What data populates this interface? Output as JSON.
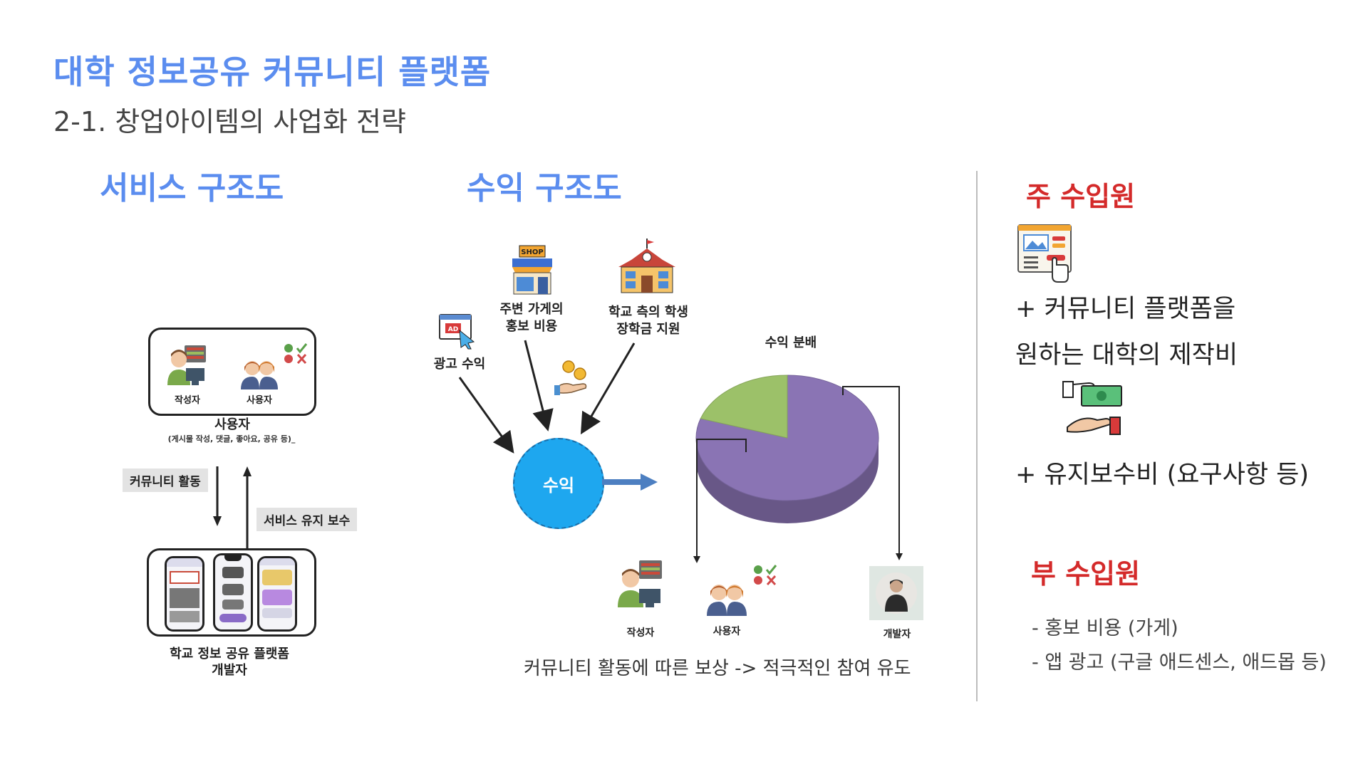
{
  "header": {
    "title": "대학 정보공유 커뮤니티 플랫폼",
    "subtitle": "2-1. 창업아이템의 사업화 전략"
  },
  "service_diagram": {
    "heading": "서비스 구조도",
    "writer_label": "작성자",
    "user_label": "사용자",
    "users_title": "사용자",
    "users_desc": "(게시물 작성, 댓글, 좋아요, 공유 등)_",
    "down_arrow_label": "커뮤니티 활동",
    "up_arrow_label": "서비스 유지 보수",
    "developer_title": "학교 정보 공유 플랫폼",
    "developer_sub": "개발자"
  },
  "revenue_diagram": {
    "heading": "수익 구조도",
    "ad_label": "광고 수익",
    "shop_sign": "SHOP",
    "shop_label_1": "주변 가게의",
    "shop_label_2": "홍보 비용",
    "school_label_1": "학교 측의 학생",
    "school_label_2": "장학금 지원",
    "ad_icon_text": "AD",
    "center_label": "수익",
    "pie_title": "수익 분배",
    "writer_label": "작성자",
    "user_label": "사용자",
    "developer_label": "개발자",
    "caption": "커뮤니티 활동에 따른 보상 -> 적극적인 참여 유도"
  },
  "chart_data": {
    "type": "pie",
    "title": "수익 분배",
    "values": [
      80,
      20
    ],
    "colors": [
      "#8a74b4",
      "#9cc169"
    ]
  },
  "income": {
    "main_heading": "주 수입원",
    "main_line_1": "+ 커뮤니티 플랫폼을",
    "main_line_2": "원하는 대학의 제작비",
    "main_line_3": "+ 유지보수비 (요구사항 등)",
    "sub_heading": "부 수입원",
    "sub_items": [
      "- 홍보 비용 (가게)",
      "- 앱 광고 (구글 애드센스, 애드몹 등)"
    ]
  },
  "colors": {
    "accent_blue": "#5b8def",
    "accent_red": "#d42a2a",
    "revenue_circle": "#1ea7ef"
  }
}
